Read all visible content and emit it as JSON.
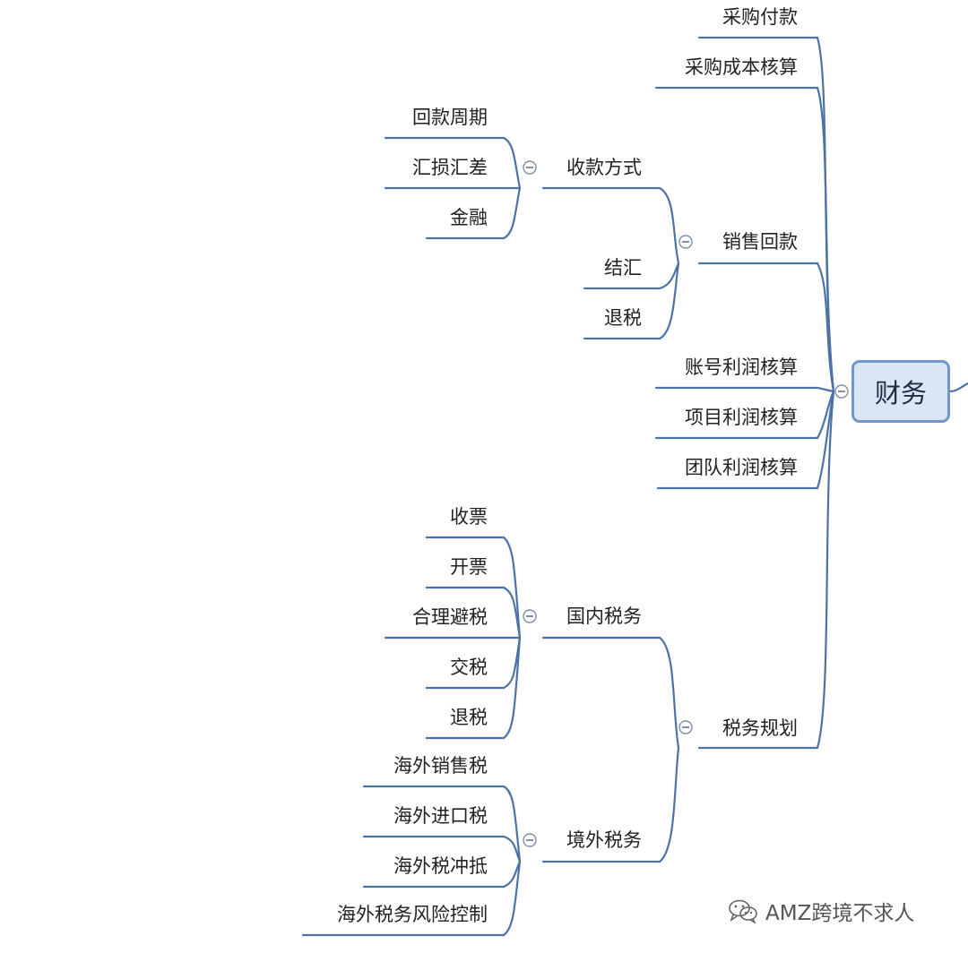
{
  "root": "财务",
  "branches": {
    "purchase_payment": "采购付款",
    "purchase_cost": "采购成本核算",
    "sales_collection": {
      "label": "销售回款",
      "collection_method": {
        "label": "收款方式",
        "children": [
          "回款周期",
          "汇损汇差",
          "金融"
        ]
      },
      "settlement": "结汇",
      "tax_refund": "退税"
    },
    "account_profit": "账号利润核算",
    "project_profit": "项目利润核算",
    "team_profit": "团队利润核算",
    "tax_planning": {
      "label": "税务规划",
      "domestic": {
        "label": "国内税务",
        "children": [
          "收票",
          "开票",
          "合理避税",
          "交税",
          "退税"
        ]
      },
      "overseas": {
        "label": "境外税务",
        "children": [
          "海外销售税",
          "海外进口税",
          "海外税冲抵",
          "海外税务风险控制"
        ]
      }
    }
  },
  "collapse_symbol": "⊖",
  "watermark": "AMZ跨境不求人",
  "colors": {
    "line": "#4d73a6",
    "root_fill": "#dbe6f4",
    "root_border": "#6f97c9"
  }
}
